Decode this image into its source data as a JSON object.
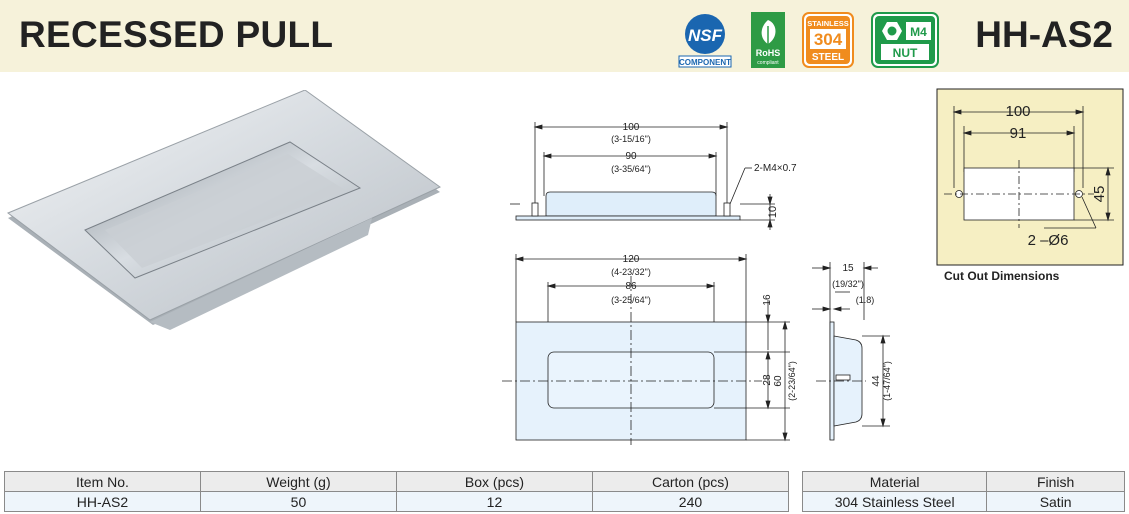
{
  "header": {
    "title": "RECESSED PULL",
    "model": "HH-AS2",
    "badges": {
      "nsf": {
        "top": "NSF",
        "bottom": "COMPONENT"
      },
      "rohs": {
        "top": "RoHS",
        "bottom": "compliant"
      },
      "steel": {
        "top": "STAINLESS",
        "mid": "304",
        "bottom": "STEEL"
      },
      "nut": {
        "top": "M4",
        "bottom": "NUT"
      }
    },
    "colors": {
      "band": "#f6f2da",
      "nsf": "#1a66b0",
      "rohs": "#2e9b45",
      "steel": "#f08c1e",
      "nut": "#1f9a4a"
    }
  },
  "drawing": {
    "side_view": {
      "w100": "100",
      "w100_in": "(3-15/16\")",
      "w90": "90",
      "w90_in": "(3-35/64\")",
      "thread": "2-M4×0.7",
      "h10": "10"
    },
    "front_view": {
      "w120": "120",
      "w120_in": "(4-23/32\")",
      "w86": "86",
      "w86_in": "(3-25/64\")",
      "h16": "16",
      "h28": "28",
      "h60": "60",
      "h60_in": "(2-23/64\")"
    },
    "end_view": {
      "d15": "15",
      "d15_in": "(19/32\")",
      "d18": "(1.8)",
      "h44": "44",
      "h44_in": "(1-47/64\")"
    },
    "cutout": {
      "w100": "100",
      "w91": "91",
      "h45": "45",
      "holes": "2 –Ø6",
      "caption": "Cut Out Dimensions"
    }
  },
  "spec_table": {
    "headers": [
      "Item No.",
      "Weight (g)",
      "Box (pcs)",
      "Carton (pcs)"
    ],
    "row": [
      "HH-AS2",
      "50",
      "12",
      "240"
    ]
  },
  "material_table": {
    "headers": [
      "Material",
      "Finish"
    ],
    "row": [
      "304 Stainless Steel",
      "Satin"
    ]
  }
}
